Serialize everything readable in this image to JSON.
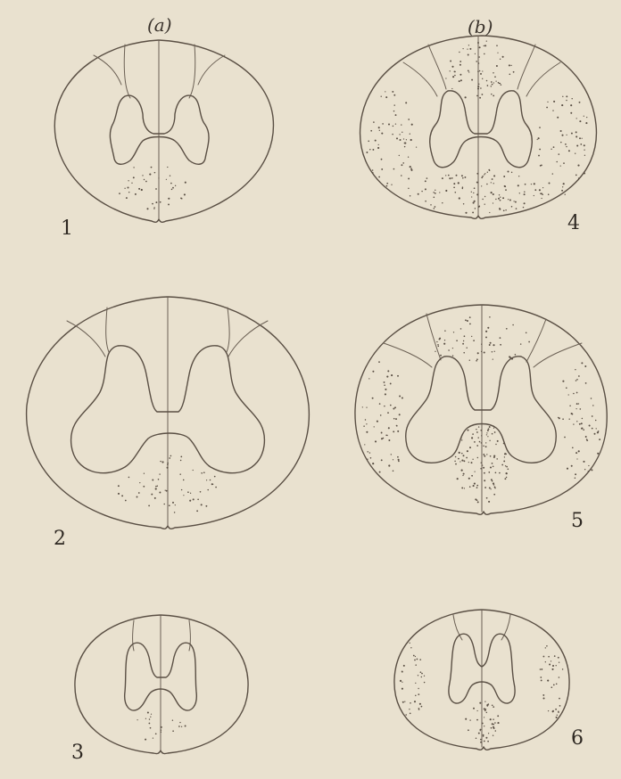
{
  "columns": [
    {
      "id": "a",
      "label": "(a)"
    },
    {
      "id": "b",
      "label": "(b)"
    }
  ],
  "figures": [
    {
      "number": "1",
      "column": "a",
      "stippling": "light"
    },
    {
      "number": "2",
      "column": "a",
      "stippling": "light"
    },
    {
      "number": "3",
      "column": "a",
      "stippling": "light"
    },
    {
      "number": "4",
      "column": "b",
      "stippling": "heavy"
    },
    {
      "number": "5",
      "column": "b",
      "stippling": "heavy"
    },
    {
      "number": "6",
      "column": "b",
      "stippling": "heavy"
    }
  ]
}
